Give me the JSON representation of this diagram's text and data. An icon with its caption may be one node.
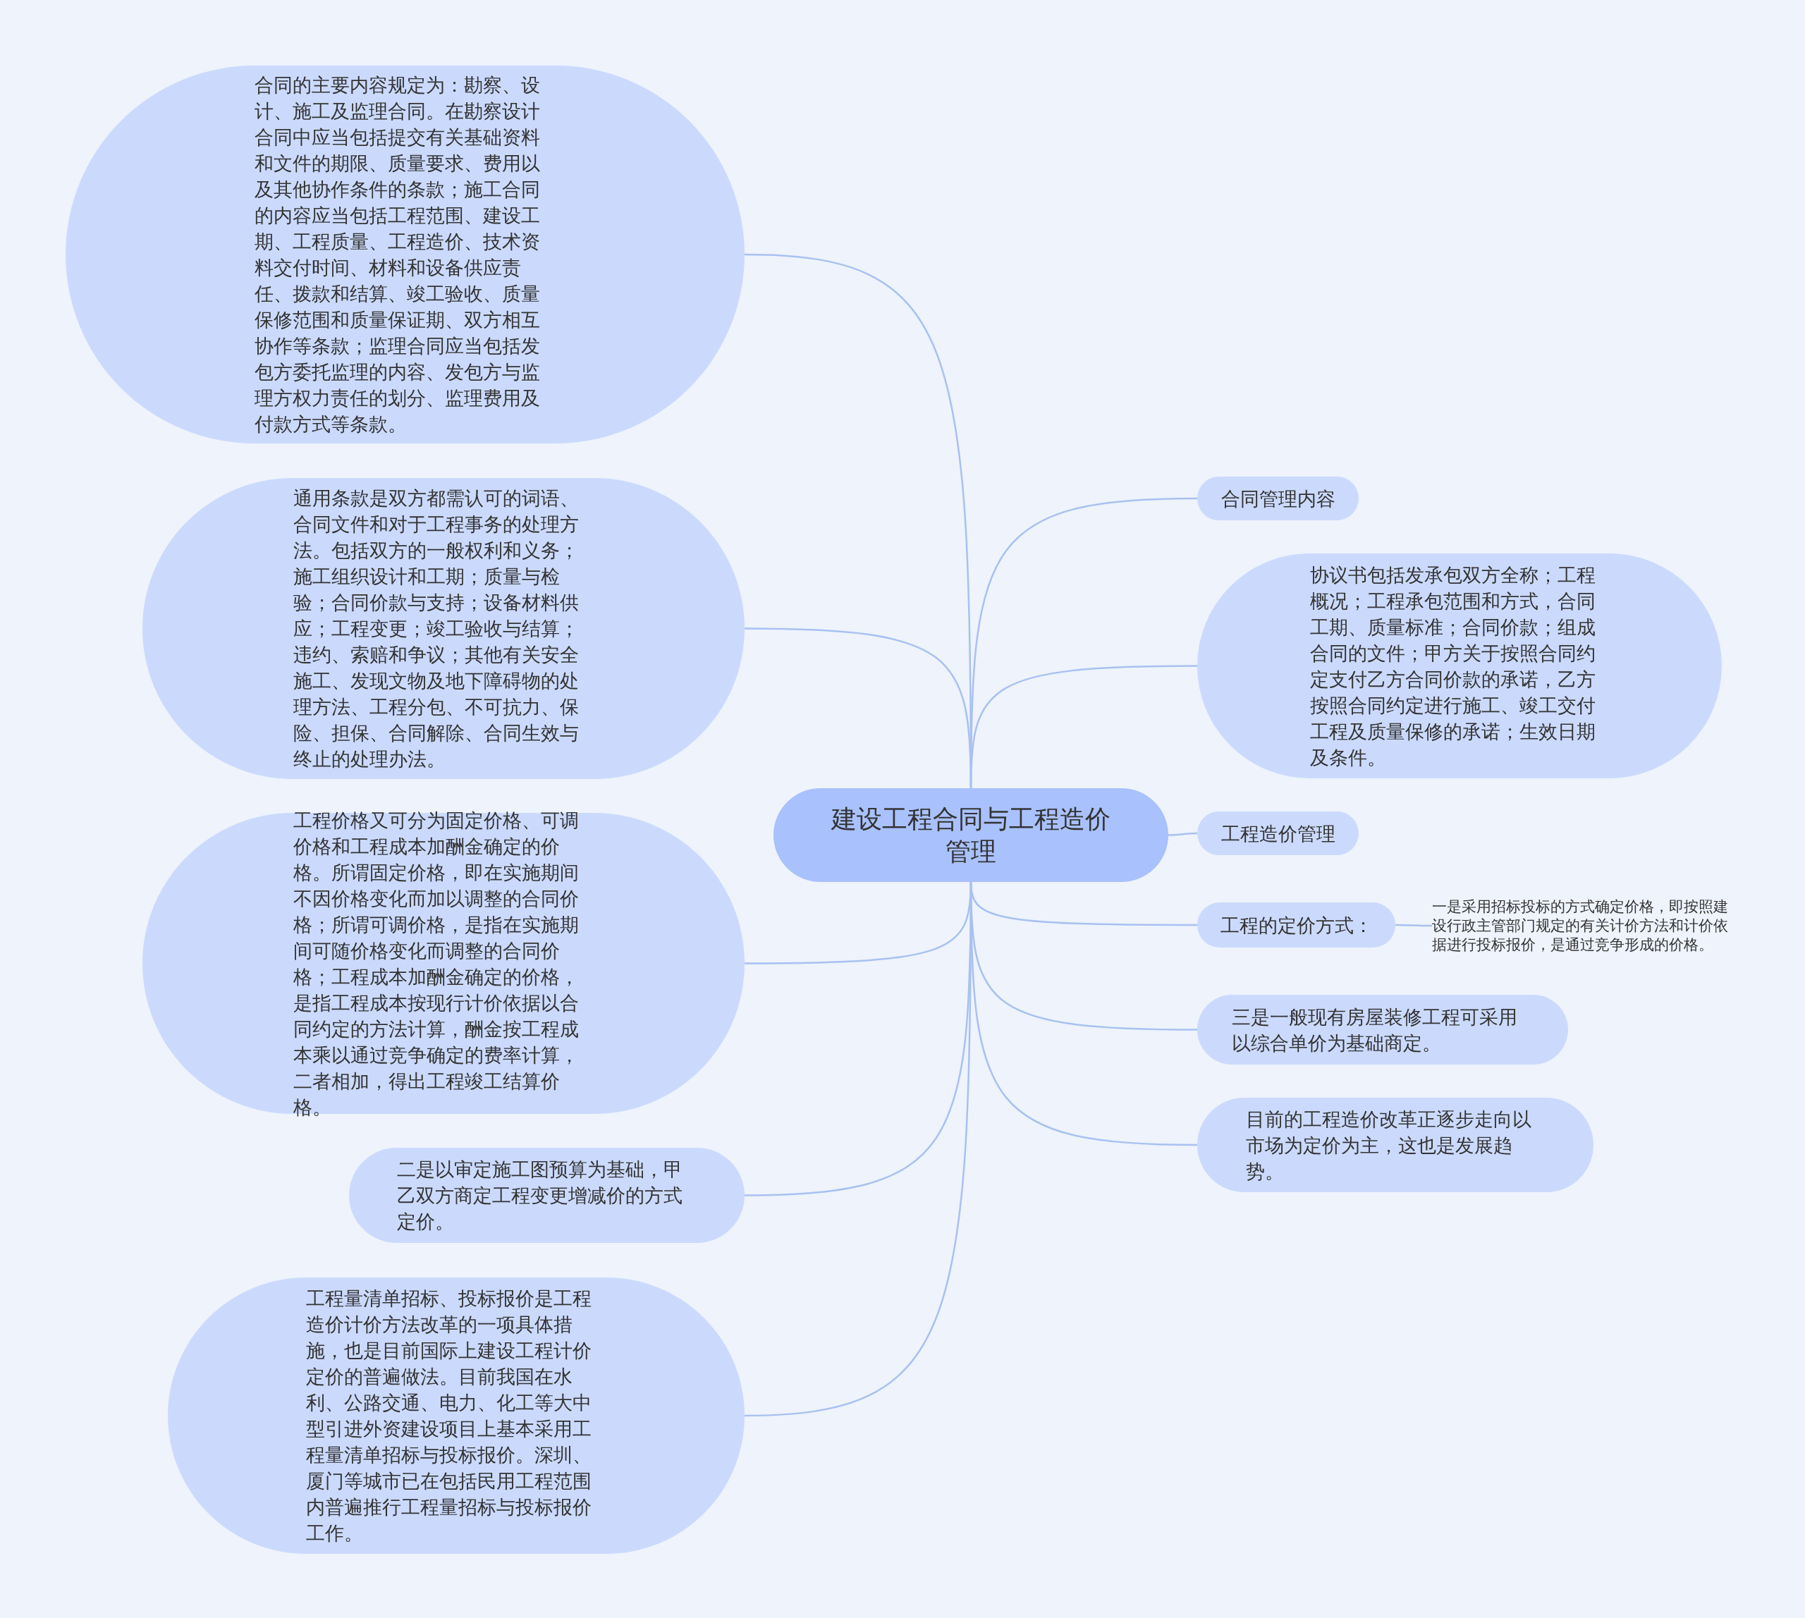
{
  "diagram": {
    "nodes": [
      {
        "text": [
          "建设工程合同与工程造价管理"
        ]
      },
      {
        "text": [
          "合同的主要内容规定为：勘察、设计、施工及监理合同。在勘察设计合同中应当包括提交有关基础资料和文件的期限、质量要求、费用以及其他协作条件的条款；施工合同的内容应当包括工程范围、建设工期、工程质量、工程造价、技术资料交付时间、材料和设备供应责任、拨款和结算、竣工验收、质量保修范围和质量保证期、双方相互协作等条款；监理合同应当包括发包方委托监理的内容、发包方与监理方权力责任的划分、监理费用及付款方式等条款。"
        ]
      },
      {
        "text": [
          "通用条款是双方都需认可的词语、合同文件和对于工程事务的处理方法。包括双方的一般权利和义务；施工组织设计和工期；质量与检验；合同价款与支持；设备材料供应；工程变更；竣工验收与结算；违约、索赔和争议；其他有关安全施工、发现文物及地下障碍物的处理方法、工程分包、不可抗力、保险、担保、合同解除、合同生效与终止的处理办法。"
        ]
      },
      {
        "text": [
          "工程价格又可分为固定价格、可调价格和工程成本加酬金确定的价格。所谓固定价格，即在实施期间不因价格变化而加以调整的合同价格；所谓可调价格，是指在实施期间可随价格变化而调整的合同价格；工程成本加酬金确定的价格，是指工程成本按现行计价依据以合同约定的方法计算，酬金按工程成本乘以通过竞争确定的费率计算，二者相加，得出工程竣工结算价格。"
        ]
      },
      {
        "text": [
          "二是以审定施工图预算为基础，甲乙双方商定工程变更增减价的方式定价。"
        ]
      },
      {
        "text": [
          "工程量清单招标、投标报价是工程造价计价方法改革的一项具体措施，也是目前国际上建设工程计价定价的普遍做法。目前我国在水利、公路交通、电力、化工等大中型引进外资建设项目上基本采用工程量清单招标与投标报价。深圳、厦门等城市已在包括民用工程范围内普遍推行工程量招标与投标报价工作。"
        ]
      },
      {
        "text": [
          "合同管理内容"
        ]
      },
      {
        "text": [
          "协议书包括发承包双方全称；工程概况；工程承包范围和方式，合同工期、质量标准；合同价款；组成合同的文件；甲方关于按照合同约定支付乙方合同价款的承诺，乙方按照合同约定进行施工、竣工交付工程及质量保修的承诺；生效日期及条件。"
        ]
      },
      {
        "text": [
          "工程造价管理"
        ]
      },
      {
        "text": [
          "工程的定价方式："
        ]
      },
      {
        "text": [
          "一是采用招标投标的方式确定价格，即按照建设行政主管部门规定的有关计价方法和计价依据进行投标报价，是通过竞争形成的价格。"
        ]
      },
      {
        "text": [
          "三是一般现有房屋装修工程可采用以综合单价为基础商定。"
        ]
      },
      {
        "text": [
          "目前的工程造价改革正逐步走向以市场为定价为主，这也是发展趋势。"
        ]
      }
    ],
    "edges": [
      {
        "from": 0,
        "to": 1,
        "arrow": "none"
      },
      {
        "from": 0,
        "to": 2,
        "arrow": "none"
      },
      {
        "from": 0,
        "to": 3,
        "arrow": "none"
      },
      {
        "from": 0,
        "to": 4,
        "arrow": "none"
      },
      {
        "from": 0,
        "to": 5,
        "arrow": "none"
      },
      {
        "from": 0,
        "to": 6,
        "arrow": "none"
      },
      {
        "from": 0,
        "to": 7,
        "arrow": "none"
      },
      {
        "from": 0,
        "to": 8,
        "arrow": "none"
      },
      {
        "from": 0,
        "to": 9,
        "arrow": "none"
      },
      {
        "from": 9,
        "to": 10,
        "arrow": "none"
      },
      {
        "from": 0,
        "to": 11,
        "arrow": "none"
      },
      {
        "from": 0,
        "to": 12,
        "arrow": "none"
      }
    ]
  }
}
